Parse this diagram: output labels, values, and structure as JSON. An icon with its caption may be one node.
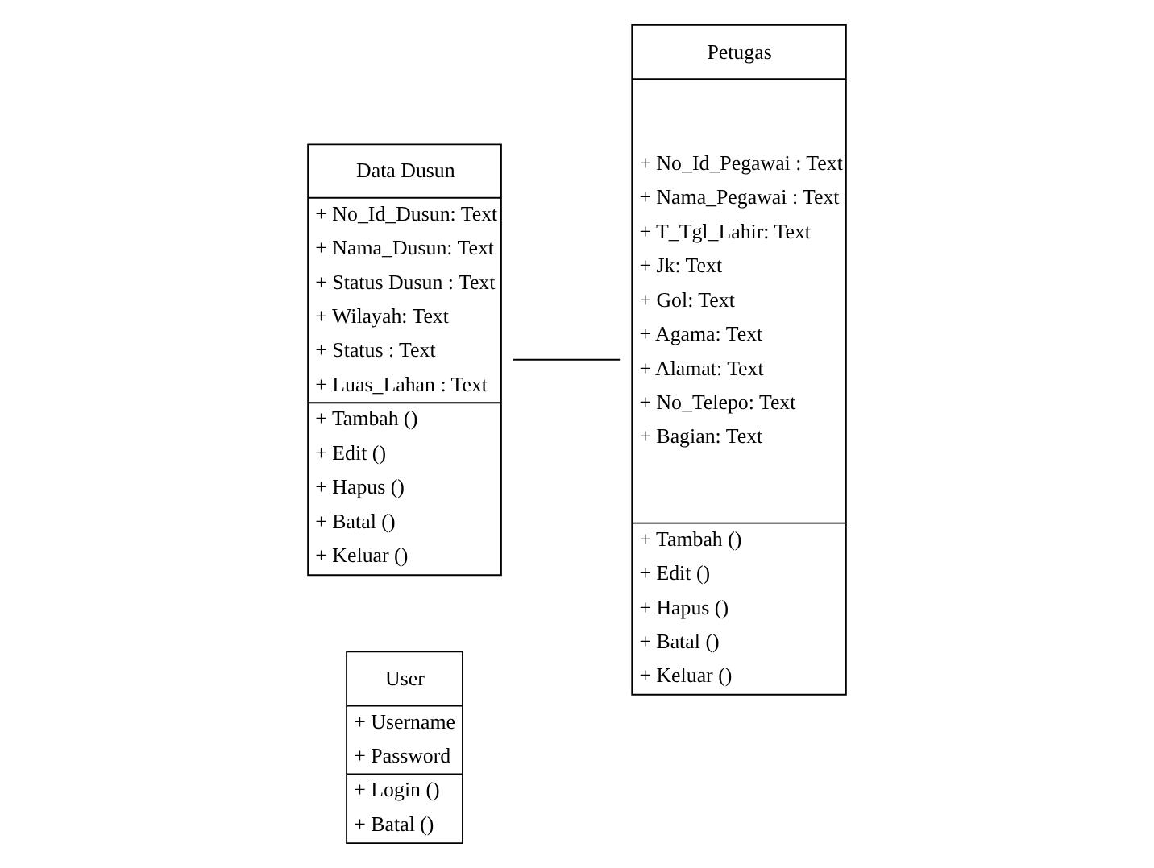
{
  "diagram": {
    "nodes": [
      {
        "text": [
          "Data Dusun",
          "+ No_Id_Dusun: Text",
          "+ Nama_Dusun: Text",
          "+ Status Dusun : Text",
          "+ Wilayah: Text",
          "+ Status : Text",
          "+ Luas_Lahan : Text",
          "+ Tambah ()",
          "+ Edit ()",
          "+ Hapus ()",
          "+ Batal ()",
          "+ Keluar ()"
        ]
      },
      {
        "text": [
          "Petugas",
          "+ No_Id_Pegawai : Text",
          "+ Nama_Pegawai : Text",
          "+ T_Tgl_Lahir: Text",
          "+ Jk: Text",
          "+ Gol: Text",
          "+ Agama: Text",
          "+ Alamat: Text",
          "+ No_Telepo: Text",
          "+ Bagian: Text",
          "+ Tambah ()",
          "+ Edit ()",
          "+ Hapus ()",
          "+ Batal ()",
          "+ Keluar ()"
        ]
      },
      {
        "text": [
          "User",
          "+ Username",
          "+ Password",
          "+ Login ()",
          "+ Batal ()"
        ]
      }
    ],
    "edges": [
      {
        "from": 0,
        "to": 1,
        "arrow": "none"
      }
    ]
  }
}
